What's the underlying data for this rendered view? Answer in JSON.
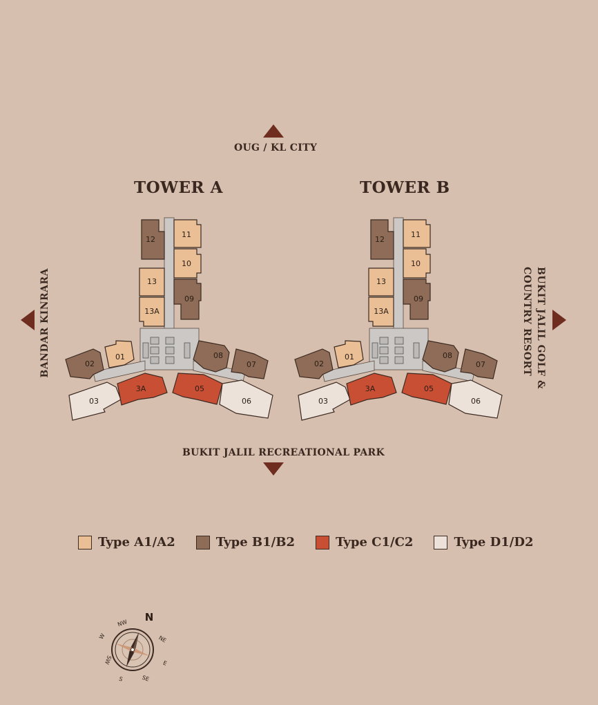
{
  "directions": {
    "north": "OUG / KL CITY",
    "south": "BUKIT JALIL RECREATIONAL PARK",
    "west": "BANDAR KINRARA",
    "east_line1": "BUKIT JALIL GOLF &",
    "east_line2": "COUNTRY RESORT"
  },
  "towers": [
    {
      "title": "TOWER A",
      "units": {
        "u12": "12",
        "u11": "11",
        "u10": "10",
        "u13": "13",
        "u09": "09",
        "u13a": "13A",
        "u02": "02",
        "u01": "01",
        "u08": "08",
        "u07": "07",
        "u03": "03",
        "u3a": "3A",
        "u05": "05",
        "u06": "06"
      }
    },
    {
      "title": "TOWER B",
      "units": {
        "u12": "12",
        "u11": "11",
        "u10": "10",
        "u13": "13",
        "u09": "09",
        "u13a": "13A",
        "u02": "02",
        "u01": "01",
        "u08": "08",
        "u07": "07",
        "u03": "03",
        "u3a": "3A",
        "u05": "05",
        "u06": "06"
      }
    }
  ],
  "unit_types": {
    "A": {
      "label": "Type A1/A2",
      "color": "#ebbf95"
    },
    "B": {
      "label": "Type B1/B2",
      "color": "#8e6c57"
    },
    "C": {
      "label": "Type C1/C2",
      "color": "#c84e34"
    },
    "D": {
      "label": "Type D1/D2",
      "color": "#ede2d9"
    }
  },
  "compass": {
    "N": "N",
    "NE": "NE",
    "E": "E",
    "SE": "SE",
    "S": "S",
    "SW": "SW",
    "W": "W",
    "NW": "NW"
  },
  "colors": {
    "background": "#d6bfae",
    "arrow": "#6e2d1e",
    "corridor": "#c9c7c5"
  }
}
